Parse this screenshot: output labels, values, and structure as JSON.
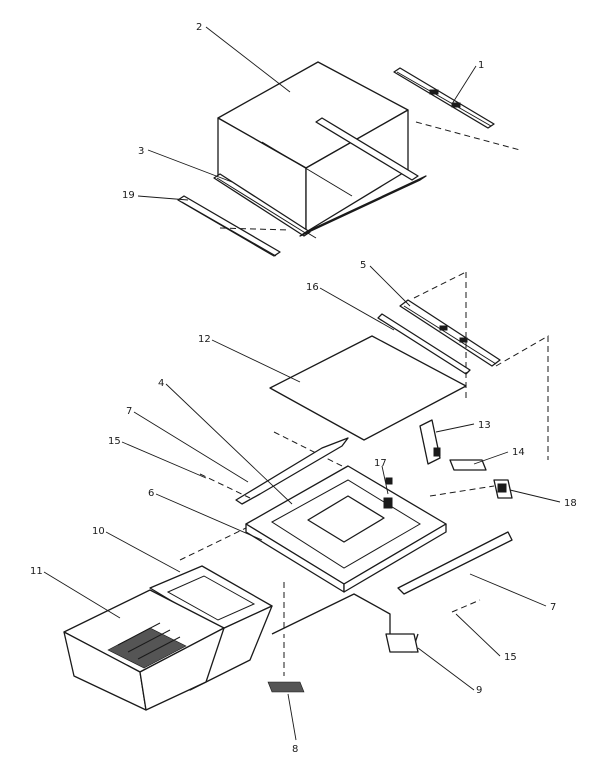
{
  "callouts": {
    "c1": "1",
    "c2": "2",
    "c3": "3",
    "c4": "4",
    "c5": "5",
    "c6": "6",
    "c7a": "7",
    "c7b": "7",
    "c8": "8",
    "c9": "9",
    "c10": "10",
    "c11": "11",
    "c12": "12",
    "c13": "13",
    "c14": "14",
    "c15a": "15",
    "c15b": "15",
    "c16": "16",
    "c17": "17",
    "c18": "18",
    "c19": "19"
  },
  "colors": {
    "ink": "#1a1a1a",
    "paper": "#ffffff"
  }
}
